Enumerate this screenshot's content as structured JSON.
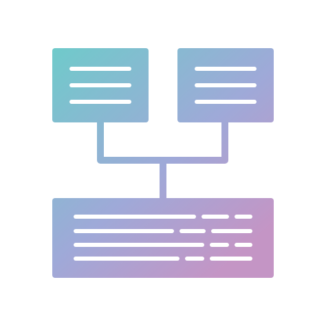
{
  "diagram": {
    "name": "merge-documents-icon",
    "gradient": {
      "start": "#6ecbca",
      "mid": "#9fa9d8",
      "end": "#c495c5"
    },
    "line_color": "#ffffff",
    "nodes": [
      {
        "id": "doc-left",
        "kind": "source-document",
        "lines": 3
      },
      {
        "id": "doc-right",
        "kind": "source-document",
        "lines": 3
      },
      {
        "id": "doc-merged",
        "kind": "merged-document",
        "lines": 4
      }
    ],
    "connectors": [
      {
        "from": "doc-left",
        "to": "doc-merged"
      },
      {
        "from": "doc-right",
        "to": "doc-merged"
      }
    ]
  }
}
